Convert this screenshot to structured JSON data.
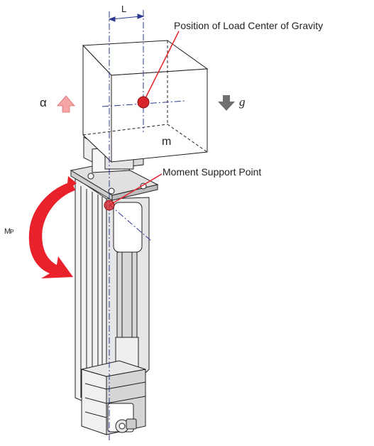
{
  "labels": {
    "dimension_L": "L",
    "load_center_of_gravity": "Position of Load Center of Gravity",
    "acceleration": "α",
    "gravity": "g",
    "mass": "m",
    "moment_support_point": "Moment Support Point",
    "moment_main": "M",
    "moment_sub": "P"
  },
  "colors": {
    "moment_arrow": "#e8212b",
    "cog_point": "#d7262e",
    "leader_line": "#e8212b",
    "centerline": "#2b3a8f",
    "acceleration_arrow": "#f4a6a6",
    "gravity_arrow": "#707070",
    "outline": "#231f20"
  },
  "icons": {
    "acceleration": "arrow-up-icon",
    "gravity": "arrow-down-icon",
    "moment": "curved-arrow-icon"
  }
}
